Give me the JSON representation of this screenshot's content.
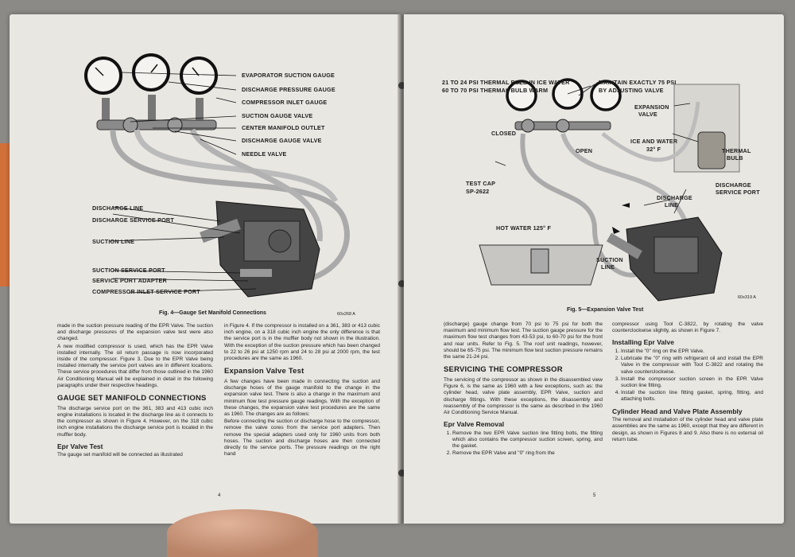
{
  "left_page": {
    "figure": {
      "labels": [
        "EVAPORATOR SUCTION GAUGE",
        "DISCHARGE PRESSURE GAUGE",
        "COMPRESSOR INLET GAUGE",
        "SUCTION GAUGE VALVE",
        "CENTER MANIFOLD OUTLET",
        "DISCHARGE GAUGE VALVE",
        "NEEDLE VALVE",
        "DISCHARGE LINE",
        "DISCHARGE SERVICE PORT",
        "SUCTION LINE",
        "SUCTION SERVICE PORT",
        "SERVICE PORT ADAPTER",
        "COMPRESSOR INLET SERVICE PORT"
      ],
      "caption": "Fig. 4—Gauge Set Manifold Connections",
      "code": "60x268 A"
    },
    "col1": {
      "p1": "made in the suction pressure reading of the EPR Valve. The suction and discharge pressures of the expansion valve test were also changed.",
      "p2": "A new modified compressor is used, which has the EPR Valve installed internally. The oil return passage is now incorporated inside of the compressor. Figure 3. Due to the EPR Valve being installed internally the service port valves are in different locations. These service procedures that differ from those outlined in the 1960 Air Conditioning Manual will be explained in detail in the following paragraphs under their respective headings.",
      "h_gauge": "GAUGE SET MANIFOLD CONNECTIONS",
      "p3": "The discharge service port on the 361, 383 and 413 cubic inch engine installations is located in the discharge line as it connects to the compressor as shown in Figure 4. However, on the 318 cubic inch engine installations the discharge service port is located in the muffler body.",
      "h_epr": "Epr Valve Test",
      "p4": "The gauge set manifold will be connected as illustrated"
    },
    "col2": {
      "p1": "in Figure 4. If the compressor is installed on a 361, 383 or 413 cubic inch engine, on a 318 cubic inch engine the only difference is that the service port is in the muffler body not shown in the illustration. With the exception of the suction pressure which has been changed to 22 to 26 psi at 1250 rpm and 24 to 28 psi at 2000 rpm, the test procedures are the same as 1960.",
      "h_exp": "Expansion Valve Test",
      "p2": "A few changes have been made in connecting the suction and discharge hoses of the gauge manifold to the change in the expansion valve test. There is also a change in the maximum and minimum flow test pressure gauge readings. With the exception of these changes, the expansion valve test procedures are the same as 1960. The changes are as follows:",
      "p3": "Before connecting the suction or discharge hose to the compressor, remove the valve cores from the service port adapters. Then remove the special adapters used only for 1960 units from both hoses. The suction and discharge hoses are then connected directly to the service ports. The pressure readings on the right hand"
    },
    "page_number": "4"
  },
  "right_page": {
    "figure": {
      "labels": [
        "21 TO 24 PSI THERMAL BULB IN ICE WATER",
        "60 TO 70 PSI THERMAL BULB WARM",
        "MAINTAIN EXACTLY 75 PSI",
        "BY ADJUSTING VALVE",
        "EXPANSION",
        "VALVE",
        "CLOSED",
        "OPEN",
        "ICE AND WATER",
        "32° F",
        "THERMAL",
        "BULB",
        "TEST CAP",
        "SP-2622",
        "DISCHARGE",
        "SERVICE PORT",
        "DISCHARGE",
        "LINE",
        "HOT WATER 125° F",
        "SUCTION",
        "LINE"
      ],
      "caption": "Fig. 5—Expansion Valve Test",
      "code": "60x319 A"
    },
    "col1": {
      "p1": "(discharge) gauge change from 70 psi to 75 psi for both the maximum and minimum flow test. The suction gauge pressure for the maximum flow test changes from 43-53 psi, to 60-70 psi for the front and rear units. Refer to Fig. 5. The roof unit readings, however, should be 65-75 psi. The minimum flow test suction pressure remains the same 21-24 psi.",
      "h_serv": "SERVICING THE COMPRESSOR",
      "p2": "The servicing of the compressor as shown in the disassembled view Figure 6, is the same as 1960 with a few exceptions, such as: the cylinder head, valve plate assembly, EPR Valve, suction and discharge fittings. With these exceptions, the disassembly and reassembly of the compressor is the same as described in the 1960 Air Conditioning Service Manual.",
      "h_removal": "Epr Valve Removal",
      "steps": [
        "Remove the two EPR Valve suction line fitting bolts, the fitting which also contains the compressor suction screen, spring, and the gasket.",
        "Remove the EPR Valve and \"0\" ring from the"
      ]
    },
    "col2": {
      "p1": "compressor using Tool C-3822, by rotating the valve counterclockwise slightly, as shown in Figure 7.",
      "h_install": "Installing Epr Valve",
      "steps": [
        "Install the \"0\" ring on the EPR Valve.",
        "Lubricate the \"0\" ring with refrigerant oil and install the EPR Valve in the compressor with Tool C-3822 and rotating the valve counterclockwise.",
        "Install the compressor suction screen in the EPR Valve suction line fitting.",
        "Install the suction line fitting gasket, spring, fitting, and attaching bolts."
      ],
      "h_cyl": "Cylinder Head and Valve Plate Assembly",
      "p2": "The removal and installation of the cylinder head and valve plate assemblies are the same as 1960, except that they are different in design, as shown in Figures 8 and 9. Also there is no external oil return tube."
    },
    "page_number": "5"
  }
}
